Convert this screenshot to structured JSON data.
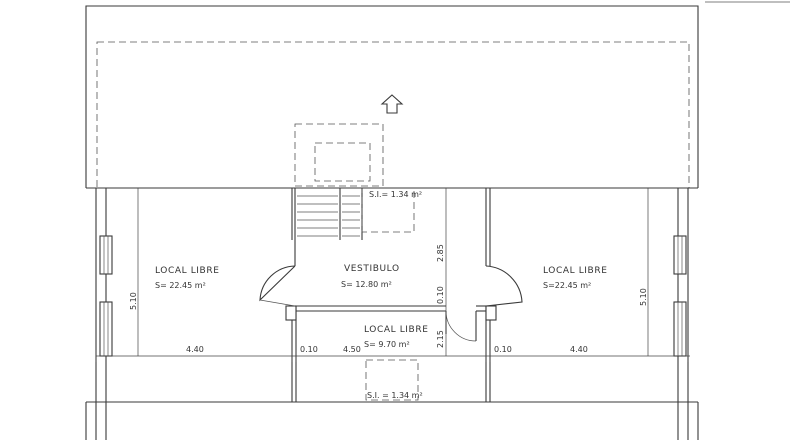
{
  "rooms": {
    "left": {
      "name": "LOCAL LIBRE",
      "area": "S= 22.45 m²"
    },
    "vestibulo": {
      "name": "VESTIBULO",
      "area": "S= 12.80 m²"
    },
    "right": {
      "name": "LOCAL LIBRE",
      "area": "S=22.45 m²"
    },
    "center": {
      "name": "LOCAL LIBRE",
      "area": "S= 9.70 m²"
    }
  },
  "shafts": {
    "top": "S.I.= 1.34 m²",
    "bottom": "S.I. = 1.34 m²"
  },
  "dimensions": {
    "left_width": "4.40",
    "left_wall": "0.10",
    "center_width": "4.50",
    "right_wall": "0.10",
    "right_width": "4.40",
    "left_depth": "5.10",
    "right_depth": "5.10",
    "vest_depth": "2.85",
    "vest_wall": "0.10",
    "center_depth": "2.15"
  },
  "icons": {
    "north": "arrow-up-icon"
  }
}
